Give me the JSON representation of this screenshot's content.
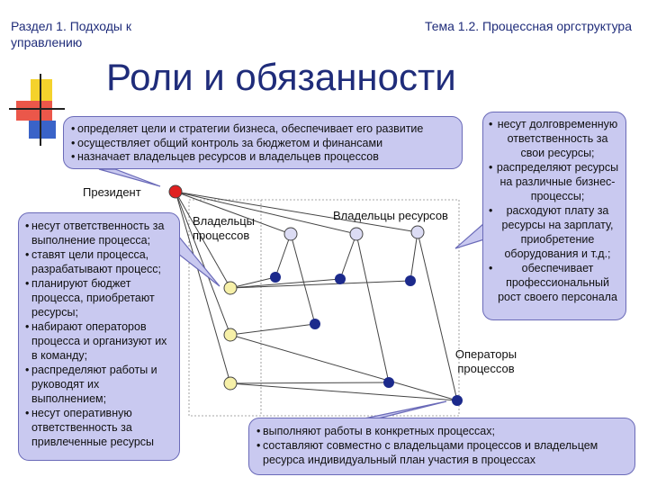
{
  "header": {
    "section": "Раздел 1. Подходы к управлению",
    "topic": "Тема 1.2. Процессная оргструктура"
  },
  "title": "Роли и обязанности",
  "president": {
    "label": "Президент",
    "duties": [
      "определяет цели и стратегии бизнеса, обеспечивает его развитие",
      "осуществляет общий контроль за бюджетом и финансами",
      "назначает владельцев ресурсов и владельцев процессов"
    ]
  },
  "process_owners": {
    "label": "Владельцы процессов",
    "duties": [
      "несут ответственность за выполнение процесса;",
      "ставят цели процесса, разрабатывают процесс;",
      "планируют бюджет процесса, приобретают ресурсы;",
      "набирают операторов процесса и организуют их в команду;",
      "распределяют работы и руководят их выполнением;",
      "несут оперативную ответственность за привлеченные ресурсы"
    ]
  },
  "resource_owners": {
    "label": "Владельцы ресурсов",
    "duties": [
      "несут долговременную ответственность за свои ресурсы;",
      "распределяют ресурсы на различные бизнес-процессы;",
      "расходуют плату за ресурсы на зарплату, приобретение оборудования и т.д.;",
      "обеспечивает профессиональный рост своего персонала"
    ]
  },
  "operators": {
    "label": "Операторы процессов",
    "duties": [
      "выполняют работы в конкретных процессах;",
      "составляют совместно с владельцами процессов и владельцем ресурса индивидуальный план участия в процессах"
    ]
  },
  "colors": {
    "title": "#1f2c7a",
    "callout_fill": "#c9c9f0",
    "president_node": "#e02020",
    "process_owner_node": "#f6f0a8",
    "resource_owner_node": "#dcdcf4",
    "operator_node": "#1c2a8c"
  }
}
